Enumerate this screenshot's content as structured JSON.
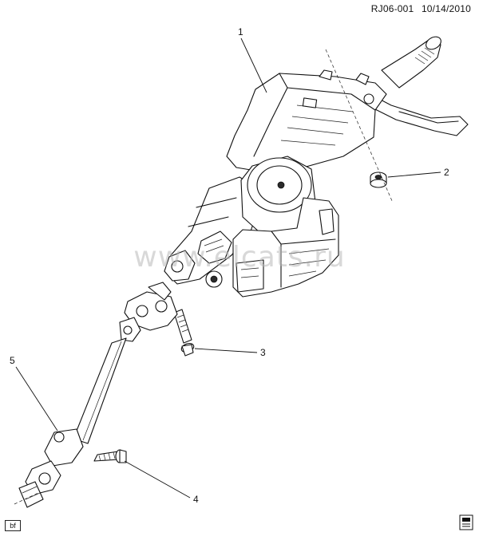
{
  "header": {
    "ref_code": "RJ06-001",
    "date": "10/14/2010"
  },
  "watermark": "www.elcats.ru",
  "tag": "bf",
  "callouts": [
    {
      "id": "1",
      "label": "1"
    },
    {
      "id": "2",
      "label": "2"
    },
    {
      "id": "3",
      "label": "3"
    },
    {
      "id": "4",
      "label": "4"
    },
    {
      "id": "5",
      "label": "5"
    }
  ],
  "icons": [
    "catalog-icon"
  ]
}
